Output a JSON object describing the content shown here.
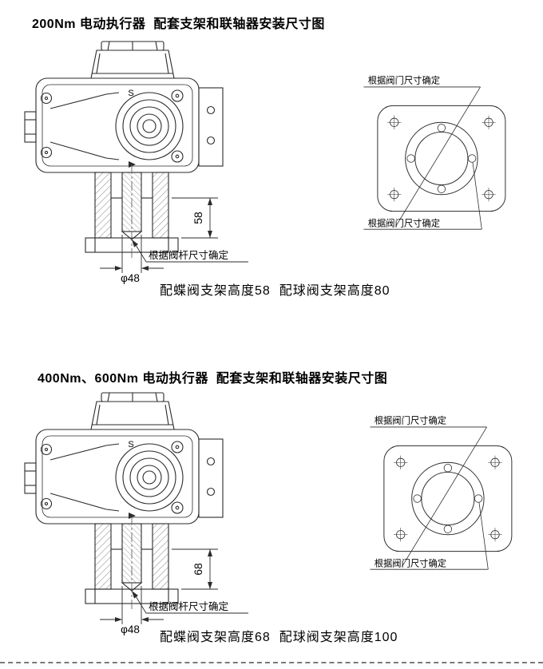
{
  "sections": {
    "s1": {
      "title": "200Nm 电动执行器  配套支架和联轴器安装尺寸图",
      "caption": "配蝶阀支架高度58  配球阀支架高度80",
      "actuator": {
        "dial_mark": "S",
        "bracket_height": "58",
        "stem_note": "根据阀杆尺寸确定",
        "stem_diameter": "φ48"
      },
      "flange": {
        "top_note": "根据阀门尺寸确定",
        "bottom_note": "根据阀门尺寸确定"
      }
    },
    "s2": {
      "title": "400Nm、600Nm 电动执行器  配套支架和联轴器安装尺寸图",
      "caption": "配蝶阀支架高度68  配球阀支架高度100",
      "actuator": {
        "dial_mark": "S",
        "bracket_height": "68",
        "stem_note": "根据阀杆尺寸确定",
        "stem_diameter": "φ48"
      },
      "flange": {
        "top_note": "根据阀门尺寸确定",
        "bottom_note": "根据阀门尺寸确定"
      }
    }
  },
  "colors": {
    "line": "#2b2b2b",
    "text": "#000000"
  }
}
